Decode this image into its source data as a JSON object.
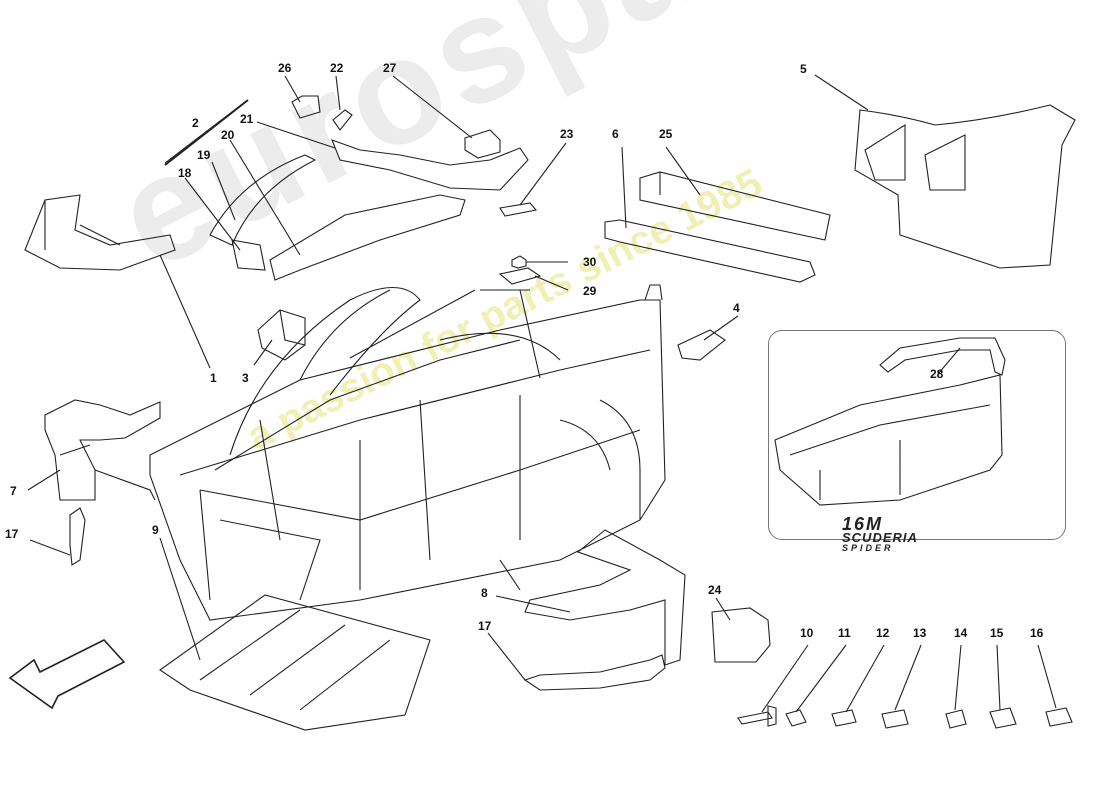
{
  "callouts": [
    {
      "id": "1",
      "label": "1"
    },
    {
      "id": "2",
      "label": "2"
    },
    {
      "id": "3",
      "label": "3"
    },
    {
      "id": "4",
      "label": "4"
    },
    {
      "id": "5",
      "label": "5"
    },
    {
      "id": "6",
      "label": "6"
    },
    {
      "id": "7",
      "label": "7"
    },
    {
      "id": "8",
      "label": "8"
    },
    {
      "id": "9",
      "label": "9"
    },
    {
      "id": "10",
      "label": "10"
    },
    {
      "id": "11",
      "label": "11"
    },
    {
      "id": "12",
      "label": "12"
    },
    {
      "id": "13",
      "label": "13"
    },
    {
      "id": "14",
      "label": "14"
    },
    {
      "id": "15",
      "label": "15"
    },
    {
      "id": "16",
      "label": "16"
    },
    {
      "id": "17a",
      "label": "17"
    },
    {
      "id": "17b",
      "label": "17"
    },
    {
      "id": "18",
      "label": "18"
    },
    {
      "id": "19",
      "label": "19"
    },
    {
      "id": "20",
      "label": "20"
    },
    {
      "id": "21",
      "label": "21"
    },
    {
      "id": "22",
      "label": "22"
    },
    {
      "id": "23",
      "label": "23"
    },
    {
      "id": "24",
      "label": "24"
    },
    {
      "id": "25",
      "label": "25"
    },
    {
      "id": "26",
      "label": "26"
    },
    {
      "id": "27",
      "label": "27"
    },
    {
      "id": "28",
      "label": "28"
    },
    {
      "id": "29",
      "label": "29"
    },
    {
      "id": "30",
      "label": "30"
    }
  ],
  "inset_badge": {
    "line1": "16M",
    "line2": "SCUDERIA",
    "line3": "SPIDER"
  },
  "watermark": {
    "logo": "eurospares",
    "tagline": "a passion for parts since 1985"
  }
}
